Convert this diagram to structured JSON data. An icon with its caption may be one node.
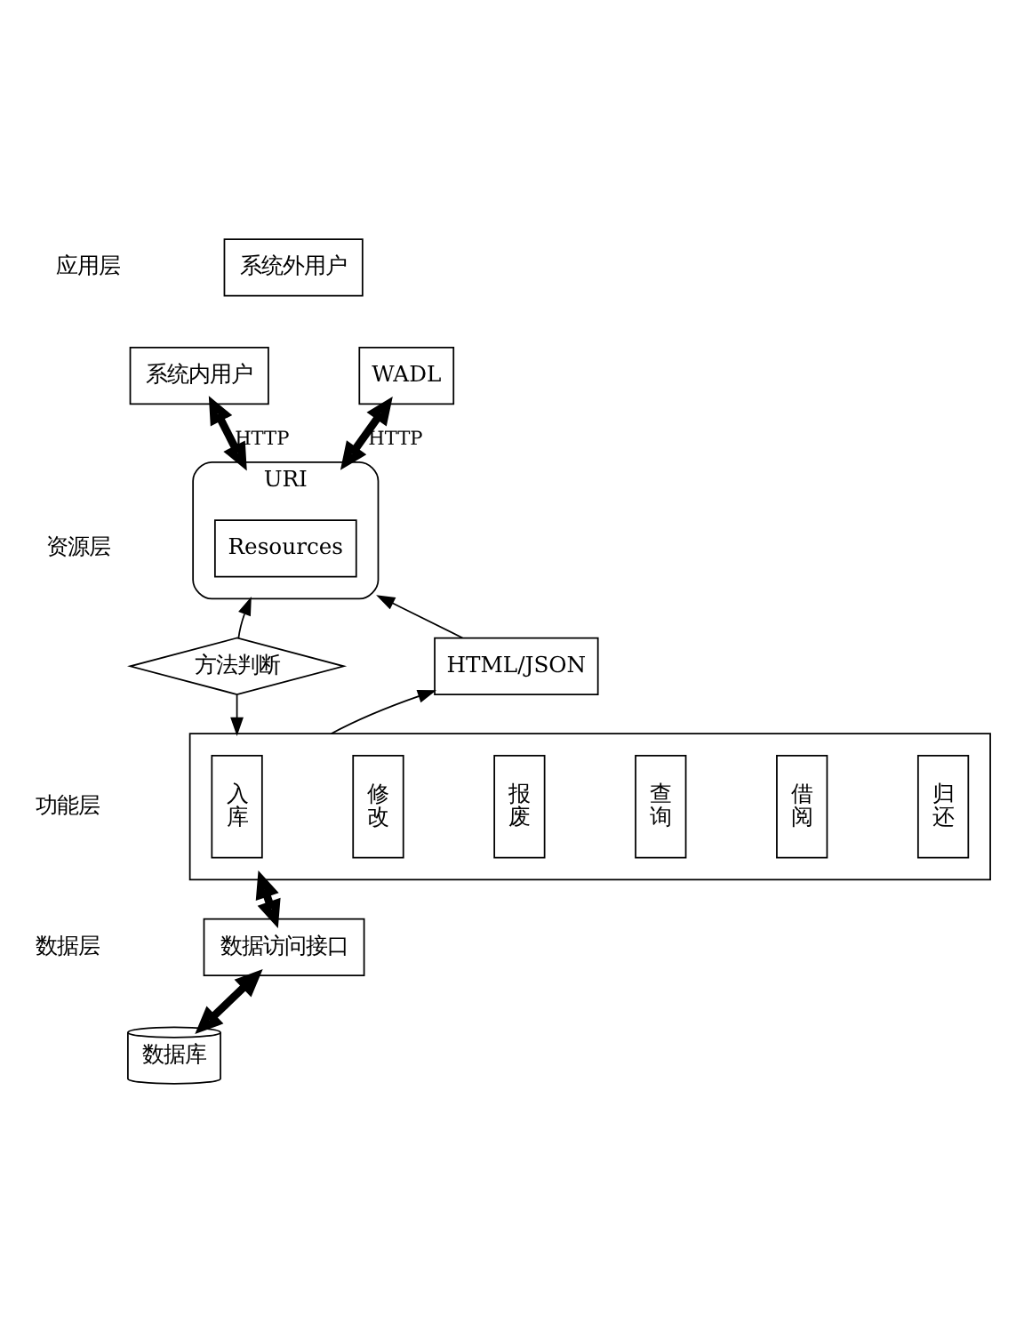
{
  "diagram": {
    "nodes": [
      {
        "text": [
          "系统外用户"
        ]
      },
      {
        "text": [
          "系统内用户"
        ]
      },
      {
        "text": [
          "WADL"
        ]
      },
      {
        "text": [
          "URI"
        ]
      },
      {
        "text": [
          "Resources"
        ],
        "in": 3
      },
      {
        "text": [
          "方法判断"
        ]
      },
      {
        "text": [
          "HTML/JSON"
        ]
      },
      {
        "text": [],
        "shape": "box"
      },
      {
        "text": [
          "入库"
        ],
        "in": 7
      },
      {
        "text": [
          "修改"
        ],
        "in": 7
      },
      {
        "text": [
          "报废"
        ],
        "in": 7
      },
      {
        "text": [
          "查询"
        ],
        "in": 7
      },
      {
        "text": [
          "借阅"
        ],
        "in": 7
      },
      {
        "text": [
          "归还"
        ],
        "in": 7
      },
      {
        "text": [
          "数据访问接口"
        ]
      },
      {
        "text": [
          "数据库"
        ]
      }
    ],
    "edges": [
      {
        "from": 3,
        "to": 1,
        "arrow": "both",
        "label": "HTTP",
        "style": "thick"
      },
      {
        "from": 3,
        "to": 2,
        "arrow": "both",
        "label": "HTTP",
        "style": "thick"
      },
      {
        "from": 5,
        "to": 3,
        "arrow": "to"
      },
      {
        "from": 6,
        "to": 3,
        "arrow": "to"
      },
      {
        "from": 5,
        "to": 7,
        "arrow": "to"
      },
      {
        "from": 7,
        "to": 6,
        "arrow": "to"
      },
      {
        "from": 7,
        "to": 14,
        "arrow": "both",
        "style": "thick"
      },
      {
        "from": 14,
        "to": 15,
        "arrow": "both",
        "style": "thick"
      }
    ],
    "labels": [
      "应用层",
      "资源层",
      "功能层",
      "数据层"
    ]
  }
}
